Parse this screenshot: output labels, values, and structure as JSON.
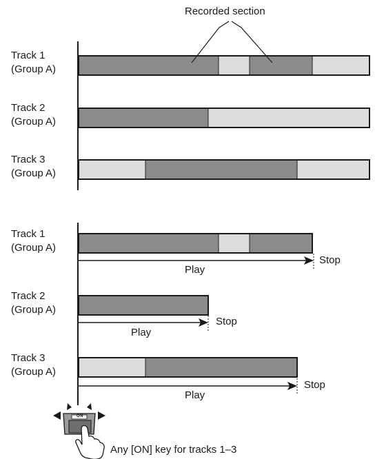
{
  "colors": {
    "recorded": "#8c8c8c",
    "empty": "#dcdcdc",
    "stroke": "#1a1a1a"
  },
  "top_diagram": {
    "callout": "Recorded section",
    "tracks": [
      {
        "line1": "Track 1",
        "line2": "(Group A)",
        "segments": [
          "recorded",
          "empty",
          "recorded",
          "empty"
        ]
      },
      {
        "line1": "Track 2",
        "line2": "(Group A)",
        "segments": [
          "recorded",
          "empty"
        ]
      },
      {
        "line1": "Track 3",
        "line2": "(Group A)",
        "segments": [
          "empty",
          "recorded",
          "empty"
        ]
      }
    ]
  },
  "bottom_diagram": {
    "tracks": [
      {
        "line1": "Track 1",
        "line2": "(Group A)",
        "play": "Play",
        "stop": "Stop",
        "segments": [
          "recorded",
          "empty",
          "recorded"
        ]
      },
      {
        "line1": "Track 2",
        "line2": "(Group A)",
        "play": "Play",
        "stop": "Stop",
        "segments": [
          "recorded"
        ]
      },
      {
        "line1": "Track 3",
        "line2": "(Group A)",
        "play": "Play",
        "stop": "Stop",
        "segments": [
          "empty",
          "recorded"
        ]
      }
    ]
  },
  "key": {
    "icon": "on-key-icon",
    "key_text": "ON",
    "caption": "Any [ON] key for tracks 1–3"
  }
}
